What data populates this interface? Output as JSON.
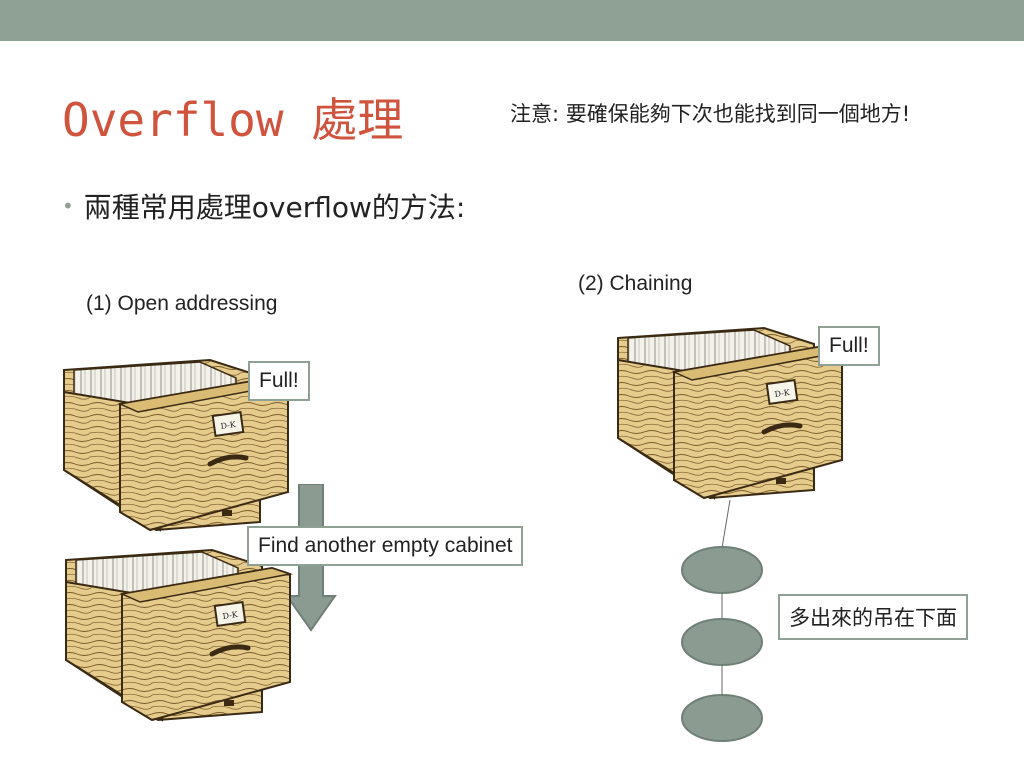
{
  "slide": {
    "title": "Overflow 處理",
    "note": "注意: 要確保能夠下次也能找到同一個地方!",
    "bullet": "兩種常用處理overflow的方法:"
  },
  "open_addressing": {
    "label": "(1) Open addressing",
    "full_label": "Full!",
    "find_label": "Find another empty cabinet",
    "drawer_tag": "D-K"
  },
  "chaining": {
    "label": "(2) Chaining",
    "full_label": "Full!",
    "hang_label": "多出來的吊在下面",
    "drawer_tag": "D-K",
    "node_count": 3
  },
  "colors": {
    "accent": "#8fa195",
    "title": "#d0533e",
    "node_fill": "#8c9b91",
    "wood": "#e6cc8c"
  }
}
